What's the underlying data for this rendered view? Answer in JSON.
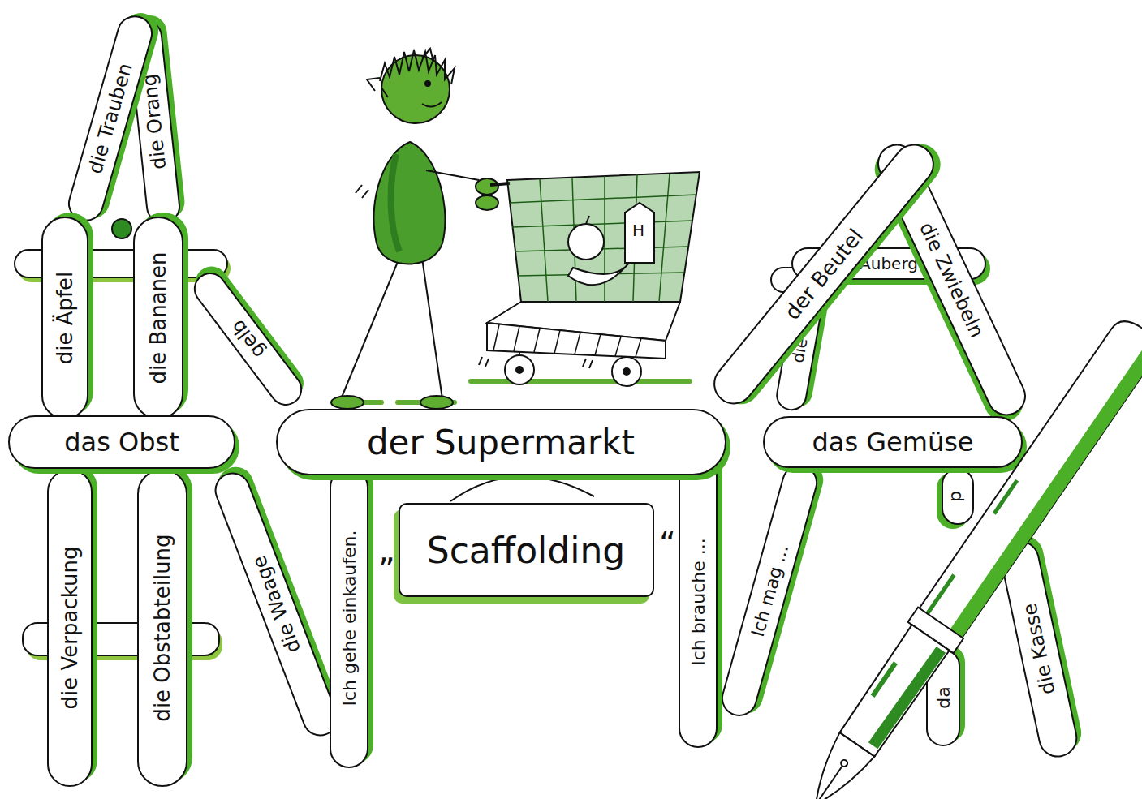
{
  "diagram": {
    "nodes": [
      {
        "text": [
          "die Trauben"
        ]
      },
      {
        "text": [
          "die Orang"
        ]
      },
      {
        "text": [
          "die Äpfel"
        ]
      },
      {
        "text": [
          "die Bananen"
        ]
      },
      {
        "text": [
          "gelb"
        ]
      },
      {
        "text": [
          "das Obst"
        ]
      },
      {
        "text": [
          "die Verpackung"
        ]
      },
      {
        "text": [
          "die Obstabteilung"
        ]
      },
      {
        "text": [
          "die Waage"
        ]
      },
      {
        "text": [
          "Ich gehe einkaufen."
        ]
      },
      {
        "text": [
          "der Supermarkt"
        ]
      },
      {
        "text": [
          "Scaffolding"
        ]
      },
      {
        "text": [
          "Auberg"
        ]
      },
      {
        "text": [
          "der Beutel"
        ]
      },
      {
        "text": [
          "die"
        ]
      },
      {
        "text": [
          "die Zwiebeln"
        ]
      },
      {
        "text": [
          "das Gemüse"
        ]
      },
      {
        "text": [
          "Ich brauche ..."
        ]
      },
      {
        "text": [
          "Ich mag ..."
        ]
      },
      {
        "text": [
          "d"
        ]
      },
      {
        "text": [
          "da"
        ]
      },
      {
        "text": [
          "die Kasse"
        ]
      }
    ],
    "labels": [
      "„",
      "“",
      "H"
    ]
  }
}
